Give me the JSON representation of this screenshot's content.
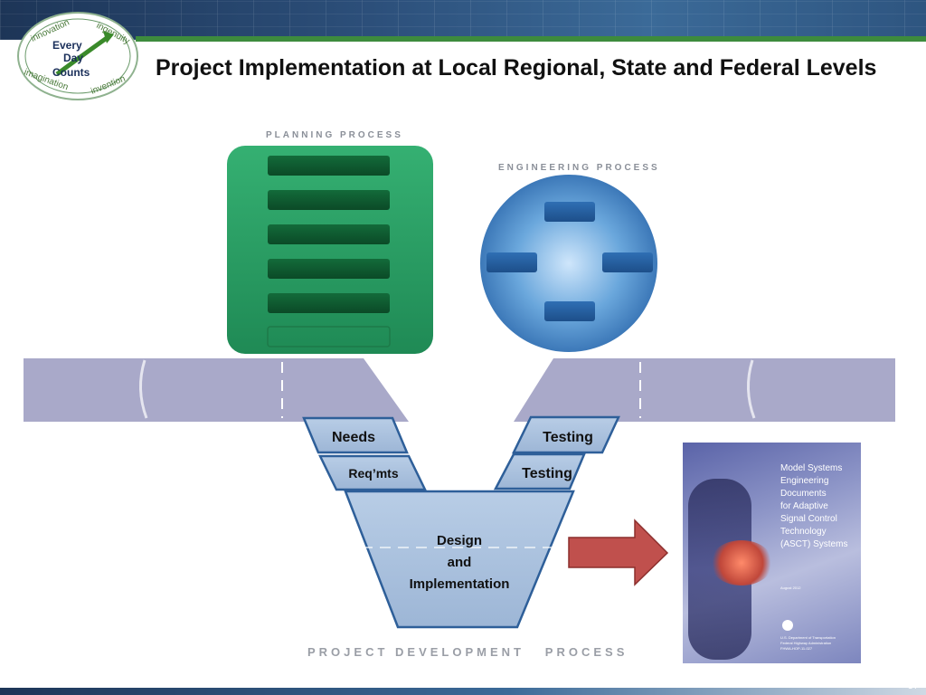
{
  "slide": {
    "title": "Project Implementation at Local Regional, State and Federal Levels",
    "page_number": "37"
  },
  "logo": {
    "center": [
      "Every",
      "Day",
      "Counts"
    ],
    "ring_words": [
      "innovation",
      "ingenuity",
      "imagination",
      "invention"
    ]
  },
  "diagram": {
    "planning_label": "PLANNING PROCESS",
    "engineering_label": "ENGINEERING PROCESS",
    "development_label": "PROJECT DEVELOPMENT   PROCESS",
    "v_left_top": "Needs",
    "v_left_second": "Req’mts",
    "v_right_top": "Testing",
    "v_right_second": "Testing",
    "v_bottom_lines": [
      "Design",
      "and",
      "Implementation"
    ]
  },
  "document_cover": {
    "title_lines": [
      "Model Systems",
      "Engineering",
      "Documents",
      "for Adaptive",
      "Signal Control",
      "Technology",
      "(ASCT) Systems"
    ],
    "date": "August 2012",
    "footer_lines": [
      "U.S. Department of Transportation",
      "Federal Highway Administration",
      "FHWA-HOP-11-027"
    ]
  },
  "colors": {
    "planning_green": "#2ea66a",
    "planning_bar": "#0d5a2e",
    "engineering_blue": "#5b9bd5",
    "v_fill": "#a9c2de",
    "v_stroke": "#2e5f99",
    "road": "#a7a7c7",
    "arrow": "#c0504d"
  }
}
